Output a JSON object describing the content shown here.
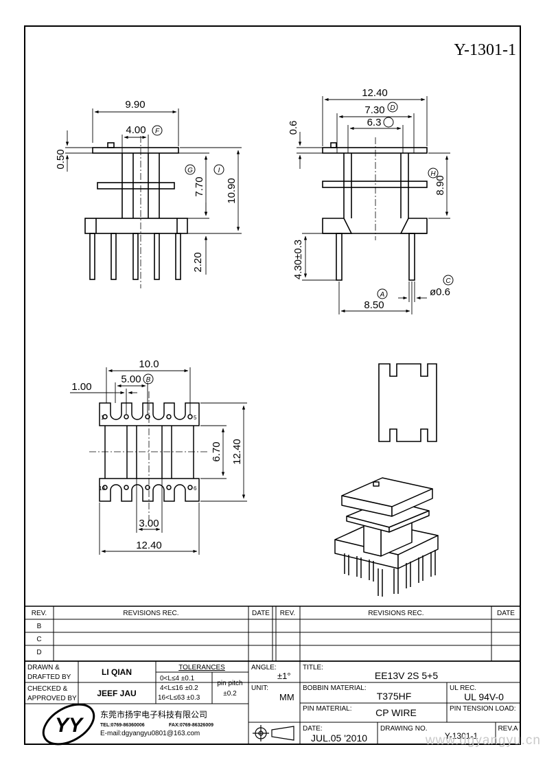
{
  "drawing_id": "Y-1301-1",
  "dims": {
    "side_width": "9.90",
    "side_inner": "4.00",
    "side_flange": "0.50",
    "side_height_inner": "7.70",
    "side_height_total": "10.90",
    "side_pin_standoff": "2.20",
    "front_width": "12.40",
    "front_width_mid": "7.30",
    "front_width_core": "6.3",
    "front_flange": "0.6",
    "front_height": "8.90",
    "front_pin_len": "4.30±0.3",
    "front_pin_span": "8.50",
    "pin_dia": "ø0.6",
    "bottom_total": "10.0",
    "bottom_pitch2": "5.00",
    "bottom_pin_pitch": "1.00",
    "bottom_row_span": "6.70",
    "bottom_height": "12.40",
    "bottom_slot": "3.00",
    "bottom_width": "12.40"
  },
  "markers": {
    "a": "A",
    "b": "B",
    "c": "C",
    "d": "D",
    "f": "F",
    "g": "G",
    "h": "H",
    "i": "I"
  },
  "pin_numbers": {
    "p1": "1",
    "p5": "5",
    "p10": "10",
    "p6": "6"
  },
  "revisions": {
    "header_rev": "REV.",
    "header_rec": "REVISIONS   REC.",
    "header_date": "DATE",
    "rows": [
      "B",
      "C",
      "D"
    ]
  },
  "title_block": {
    "drawn_label_1": "DRAWN &",
    "drawn_label_2": "DRAFTED BY",
    "drawn_name": "LI QIAN",
    "checked_label_1": "CHECKED &",
    "checked_label_2": "APPROVED BY",
    "checked_name": "JEEF JAU",
    "tolerances_label": "TOLERANCES",
    "tol_1": "0<L≤4  ±0.1",
    "tol_2": "4<L≤16  ±0.2",
    "tol_3": "16<L≤63 ±0.3",
    "pin_pitch_label": "pin pitch",
    "pin_pitch_value": "±0.2",
    "angle_label": "ANGLE:",
    "angle_value": "±1°",
    "unit_label": "UNIT:",
    "unit_value": "MM",
    "title_label": "TITLE:",
    "title_value": "EE13V 2S 5+5",
    "bobbin_label": "BOBBIN MATERIAL:",
    "bobbin_value": "T375HF",
    "ul_label": "UL REC.",
    "ul_value": "UL 94V-0",
    "pin_material_label": "PIN MATERIAL:",
    "pin_material_value": "CP WIRE",
    "pin_tension_label": "PIN TENSION LOAD:",
    "date_label": "DATE:",
    "date_value": "JUL.05 '2010",
    "drawing_no_label": "DRAWING NO.",
    "drawing_no_value": "Y-1301-1",
    "rev_label": "REV.A",
    "company_name": "东莞市扬宇电子科技有限公司",
    "tel": "TEL:0769-86360006",
    "fax": "FAX:0769-86326009",
    "email": "E-mail:dgyangyu0801@163.com",
    "logo_letters": "YY"
  },
  "watermark": "www.dgyangyu.cn"
}
